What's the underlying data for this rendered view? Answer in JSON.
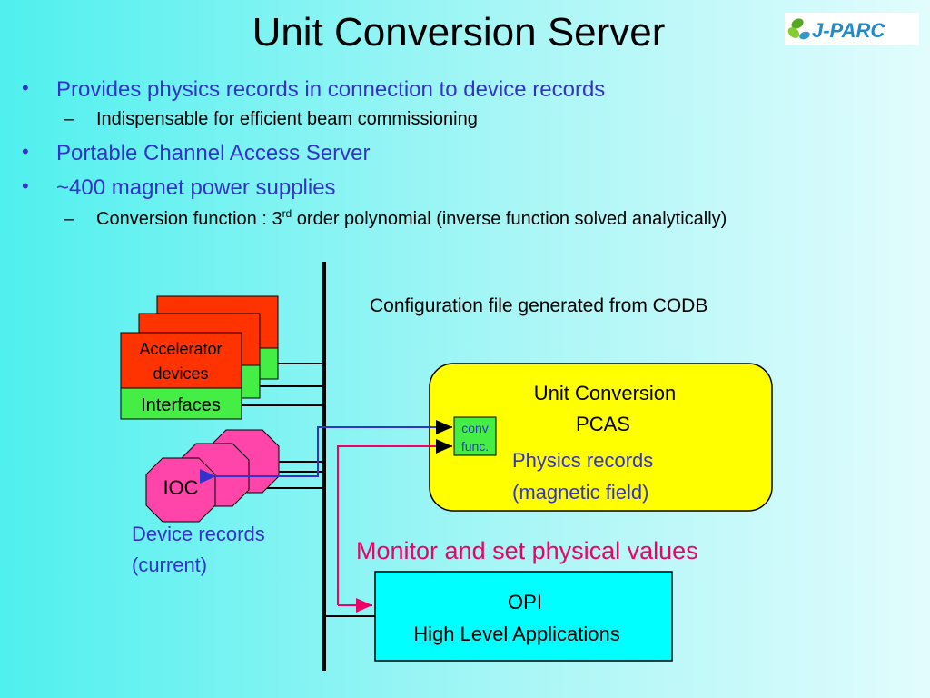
{
  "title": "Unit Conversion Server",
  "logo": {
    "text": "J-PARC",
    "icon": "j-parc-logo"
  },
  "bullets": [
    {
      "text": "Provides physics records in connection to device records",
      "sub": [
        "Indispensable for efficient beam commissioning"
      ]
    },
    {
      "text": "Portable Channel Access Server",
      "sub": []
    },
    {
      "text": "~400 magnet power supplies",
      "sub": []
    }
  ],
  "conversion": {
    "prefix": "Conversion function : 3",
    "sup": "rd",
    "suffix": " order polynomial (inverse function solved analytically)"
  },
  "bullet_symbol": "•",
  "dash_symbol": "–",
  "diagram": {
    "config_label": "Configuration file generated from CODB",
    "accelerator_line1": "Accelerator",
    "accelerator_line2": "devices",
    "interfaces": "Interfaces",
    "ioc": "IOC",
    "device_records_line1": "Device records",
    "device_records_line2": "(current)",
    "pcas_line1": "Unit Conversion",
    "pcas_line2": "PCAS",
    "conv_line1": "conv",
    "conv_line2": "func.",
    "physics_line1": "Physics records",
    "physics_line2": "(magnetic field)",
    "monitor_label": "Monitor and set physical values",
    "opi_line1": "OPI",
    "opi_line2": "High Level Applications"
  },
  "colors": {
    "accent_blue": "#3333cc",
    "device_red": "#ff3300",
    "interface_green": "#44ee44",
    "ioc_pink": "#ff44aa",
    "pcas_yellow": "#ffff00",
    "opi_cyan": "#00ffff",
    "monitor_text": "#ee0066"
  }
}
